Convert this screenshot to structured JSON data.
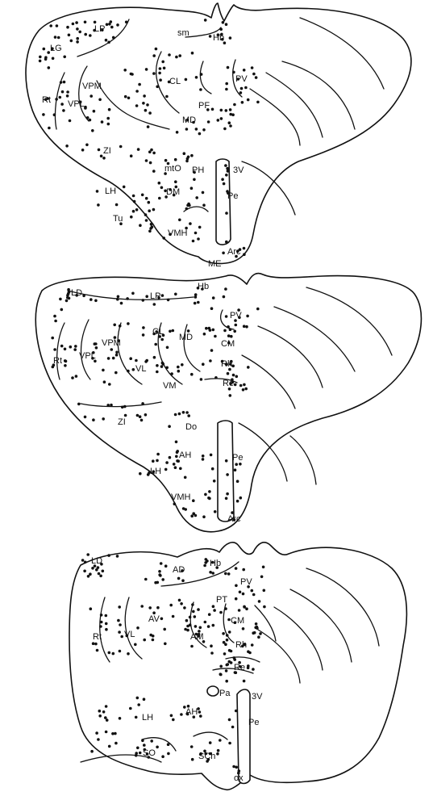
{
  "sections": [
    {
      "id": "section-1",
      "labels": [
        {
          "key": "LP",
          "text": "LP"
        },
        {
          "key": "sm",
          "text": "sm"
        },
        {
          "key": "Hb",
          "text": "Hb"
        },
        {
          "key": "LG",
          "text": "LG"
        },
        {
          "key": "VPM",
          "text": "VPM"
        },
        {
          "key": "CL",
          "text": "CL"
        },
        {
          "key": "PV",
          "text": "PV"
        },
        {
          "key": "Rt",
          "text": "Rt"
        },
        {
          "key": "VPL",
          "text": "VPL"
        },
        {
          "key": "PF",
          "text": "PF"
        },
        {
          "key": "MD",
          "text": "MD"
        },
        {
          "key": "ZI",
          "text": "ZI"
        },
        {
          "key": "mtO",
          "text": "mtO"
        },
        {
          "key": "PH",
          "text": "PH"
        },
        {
          "key": "3V",
          "text": "3V"
        },
        {
          "key": "LH",
          "text": "LH"
        },
        {
          "key": "DM",
          "text": "DM"
        },
        {
          "key": "Pe",
          "text": "Pe"
        },
        {
          "key": "Tu",
          "text": "Tu"
        },
        {
          "key": "VMH",
          "text": "VMH"
        },
        {
          "key": "Arc",
          "text": "Arc"
        },
        {
          "key": "ME",
          "text": "ME"
        }
      ]
    },
    {
      "id": "section-2",
      "labels": [
        {
          "key": "LD",
          "text": "LD"
        },
        {
          "key": "LP",
          "text": "LP"
        },
        {
          "key": "Hb",
          "text": "Hb"
        },
        {
          "key": "PV",
          "text": "PV"
        },
        {
          "key": "VPM",
          "text": "VPM"
        },
        {
          "key": "CL",
          "text": "CL"
        },
        {
          "key": "MD",
          "text": "MD"
        },
        {
          "key": "CM",
          "text": "CM"
        },
        {
          "key": "Rt",
          "text": "Rt"
        },
        {
          "key": "VPL",
          "text": "VPL"
        },
        {
          "key": "VL",
          "text": "VL"
        },
        {
          "key": "Rh",
          "text": "Rh"
        },
        {
          "key": "VM",
          "text": "VM"
        },
        {
          "key": "Re",
          "text": "Re"
        },
        {
          "key": "ZI",
          "text": "ZI"
        },
        {
          "key": "Do",
          "text": "Do"
        },
        {
          "key": "AH",
          "text": "AH"
        },
        {
          "key": "Pe",
          "text": "Pe"
        },
        {
          "key": "LH",
          "text": "LH"
        },
        {
          "key": "VMH",
          "text": "VMH"
        },
        {
          "key": "Arc",
          "text": "Arc"
        }
      ]
    },
    {
      "id": "section-3",
      "labels": [
        {
          "key": "LD",
          "text": "LD"
        },
        {
          "key": "AD",
          "text": "AD"
        },
        {
          "key": "Hb",
          "text": "Hb"
        },
        {
          "key": "PV",
          "text": "PV"
        },
        {
          "key": "PT",
          "text": "PT"
        },
        {
          "key": "AV",
          "text": "AV"
        },
        {
          "key": "CM",
          "text": "CM"
        },
        {
          "key": "Rt",
          "text": "Rt"
        },
        {
          "key": "VL",
          "text": "VL"
        },
        {
          "key": "AM",
          "text": "AM"
        },
        {
          "key": "Rh",
          "text": "Rh"
        },
        {
          "key": "Re",
          "text": "Re"
        },
        {
          "key": "Pa",
          "text": "Pa"
        },
        {
          "key": "3V",
          "text": "3V"
        },
        {
          "key": "AH",
          "text": "AH"
        },
        {
          "key": "Pe",
          "text": "Pe"
        },
        {
          "key": "LH",
          "text": "LH"
        },
        {
          "key": "SO",
          "text": "SO"
        },
        {
          "key": "SCh",
          "text": "SCh"
        },
        {
          "key": "ox",
          "text": "ox"
        }
      ]
    }
  ]
}
